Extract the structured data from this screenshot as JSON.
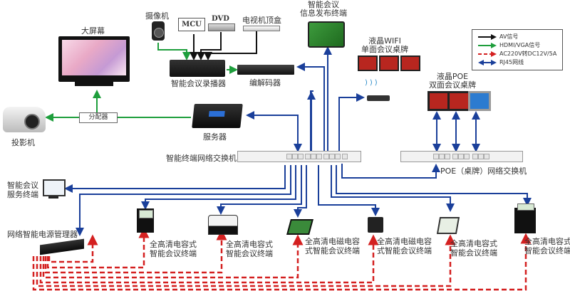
{
  "legend": {
    "items": [
      {
        "label": "AV信号",
        "color": "#111111",
        "style": "solid",
        "arrow": "right"
      },
      {
        "label": "HDMI/VGA信号",
        "color": "#1e9e3c",
        "style": "solid",
        "arrow": "right"
      },
      {
        "label": "AC220V转DC12V/5A",
        "color": "#d42020",
        "style": "dashed",
        "arrow": "right"
      },
      {
        "label": "RJ45网线",
        "color": "#1a3f9a",
        "style": "solid",
        "arrow": "both"
      }
    ]
  },
  "devices": {
    "big_screen": "大屏幕",
    "projector": "投影机",
    "splitter": "分配器",
    "camera": "摄像机",
    "mcu": "MCU",
    "dvd": "DVD",
    "settop": "电视机顶盒",
    "recorder": "智能会议录播器",
    "codec": "编解码器",
    "server": "服务器",
    "info_terminal_line1": "智能会议",
    "info_terminal_line2": "信息发布终端",
    "wifi_sign_line1": "液晶WIFI",
    "wifi_sign_line2": "单面会议桌牌",
    "poe_sign_line1": "液晶POE",
    "poe_sign_line2": "双面会议桌牌",
    "main_switch": "智能终端网络交换机",
    "poe_switch": "POE（桌牌）网络交换机",
    "service_terminal_line1": "智能会议",
    "service_terminal_line2": "服务终端",
    "power_manager": "网络智能电源管理器"
  },
  "terminals": [
    {
      "line1": "全高清电容式",
      "line2": "智能会议终端"
    },
    {
      "line1": "全高清电容式",
      "line2": "智能会议终端"
    },
    {
      "line1": "全高清电磁电容",
      "line2": "式智能会议终端"
    },
    {
      "line1": "全高清电磁电容",
      "line2": "式智能会议终端"
    },
    {
      "line1": "全高清电容式",
      "line2": "智能会议终端"
    },
    {
      "line1": "全高清电容式",
      "line2": "智能会议终端"
    }
  ],
  "colors": {
    "av": "#111111",
    "hdmi": "#1e9e3c",
    "power": "#d42020",
    "rj45": "#1a3f9a"
  }
}
